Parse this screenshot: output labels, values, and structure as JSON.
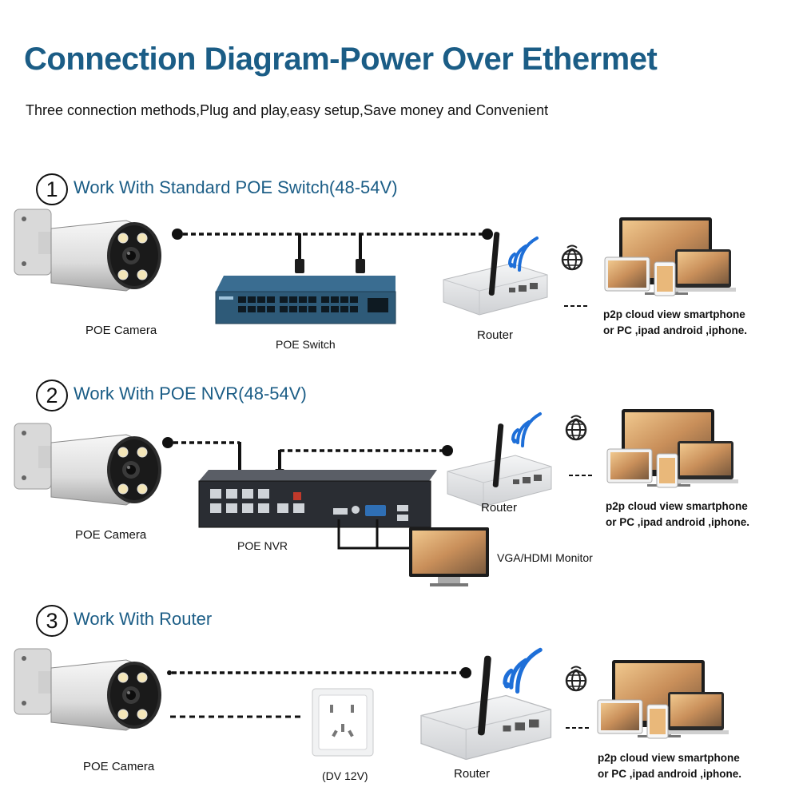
{
  "header": {
    "title": "Connection Diagram-Power Over Ethermet",
    "subtitle": "Three connection methods,Plug and play,easy setup,Save money and Convenient"
  },
  "sections": [
    {
      "number": "1",
      "title": "Work With Standard POE Switch(48-54V)",
      "camera_label": "POE Camera",
      "device_label": "POE Switch",
      "router_label": "Router",
      "desc_line1": "p2p cloud view smartphone",
      "desc_line2": "or PC ,ipad android ,iphone."
    },
    {
      "number": "2",
      "title": "Work With POE NVR(48-54V)",
      "camera_label": "POE Camera",
      "device_label": "POE NVR",
      "router_label": "Router",
      "monitor_label": "VGA/HDMI Monitor",
      "desc_line1": "p2p cloud view smartphone",
      "desc_line2": "or PC ,ipad android ,iphone."
    },
    {
      "number": "3",
      "title": "Work With Router",
      "camera_label": "POE Camera",
      "device_label": "(DV 12V)",
      "router_label": "Router",
      "desc_line1": "p2p cloud view smartphone",
      "desc_line2": "or PC ,ipad android ,iphone."
    }
  ],
  "colors": {
    "title": "#1b5d86",
    "wifi": "#1e6fd8",
    "switch_body": "#2e5a78",
    "nvr_body": "#2a2d33",
    "router_body": "#e9eaec"
  },
  "icons": [
    "poe-camera-icon",
    "poe-switch-icon",
    "poe-nvr-icon",
    "router-icon",
    "wifi-icon",
    "globe-icon",
    "devices-icon",
    "monitor-icon",
    "power-outlet-icon"
  ]
}
